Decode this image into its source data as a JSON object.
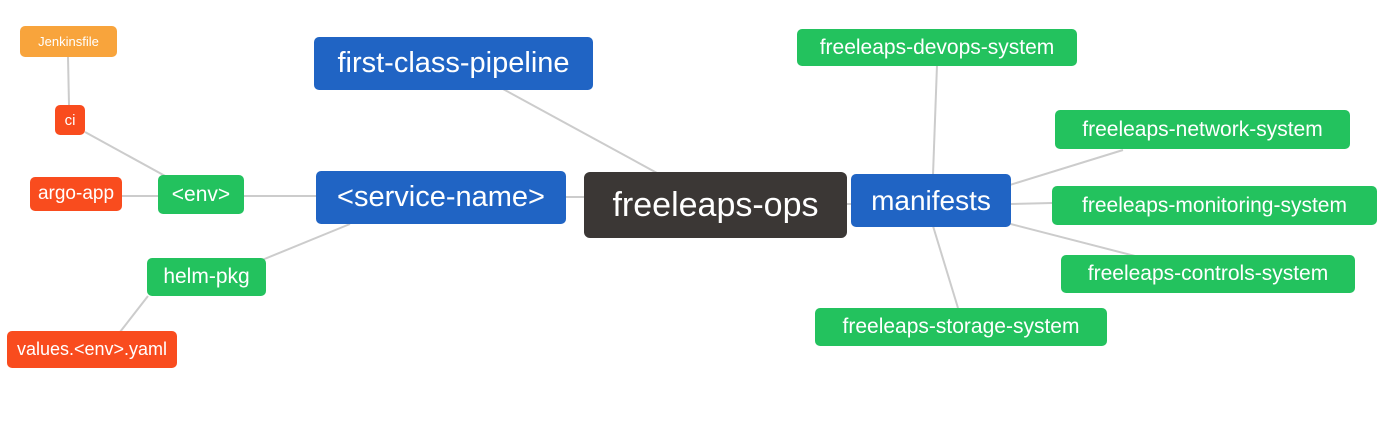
{
  "diagram": {
    "type": "mindmap",
    "root": "freeleaps-ops",
    "colors": {
      "root_bg": "#3b3735",
      "branch_bg": "#2064c4",
      "leaf_green_bg": "#23c25e",
      "leaf_red_bg": "#f94c1e",
      "leaf_orange_bg": "#f8a43c",
      "edge_line": "#cccccc",
      "text": "#ffffff",
      "background": "#ffffff"
    },
    "nodes": {
      "freeleaps_ops": {
        "label": "freeleaps-ops",
        "level": "root"
      },
      "first_class_pipeline": {
        "label": "first-class-pipeline",
        "level": "branch"
      },
      "service_name": {
        "label": "<service-name>",
        "level": "branch"
      },
      "manifests": {
        "label": "manifests",
        "level": "branch"
      },
      "env": {
        "label": "<env>",
        "level": "sub"
      },
      "helm_pkg": {
        "label": "helm-pkg",
        "level": "sub"
      },
      "ci": {
        "label": "ci",
        "level": "leaf"
      },
      "argo_app": {
        "label": "argo-app",
        "level": "leaf"
      },
      "jenkinsfile": {
        "label": "Jenkinsfile",
        "level": "leaf"
      },
      "values_env_yaml": {
        "label": "values.<env>.yaml",
        "level": "leaf"
      },
      "devops_system": {
        "label": "freeleaps-devops-system",
        "level": "sub"
      },
      "network_system": {
        "label": "freeleaps-network-system",
        "level": "sub"
      },
      "monitoring_system": {
        "label": "freeleaps-monitoring-system",
        "level": "sub"
      },
      "controls_system": {
        "label": "freeleaps-controls-system",
        "level": "sub"
      },
      "storage_system": {
        "label": "freeleaps-storage-system",
        "level": "sub"
      }
    },
    "edges": [
      {
        "from": "jenkinsfile",
        "to": "ci"
      },
      {
        "from": "ci",
        "to": "env"
      },
      {
        "from": "argo_app",
        "to": "env"
      },
      {
        "from": "env",
        "to": "service_name"
      },
      {
        "from": "helm_pkg",
        "to": "service_name"
      },
      {
        "from": "values_env_yaml",
        "to": "helm_pkg"
      },
      {
        "from": "service_name",
        "to": "freeleaps_ops"
      },
      {
        "from": "first_class_pipeline",
        "to": "freeleaps_ops"
      },
      {
        "from": "manifests",
        "to": "freeleaps_ops"
      },
      {
        "from": "devops_system",
        "to": "manifests"
      },
      {
        "from": "network_system",
        "to": "manifests"
      },
      {
        "from": "monitoring_system",
        "to": "manifests"
      },
      {
        "from": "controls_system",
        "to": "manifests"
      },
      {
        "from": "storage_system",
        "to": "manifests"
      }
    ]
  }
}
